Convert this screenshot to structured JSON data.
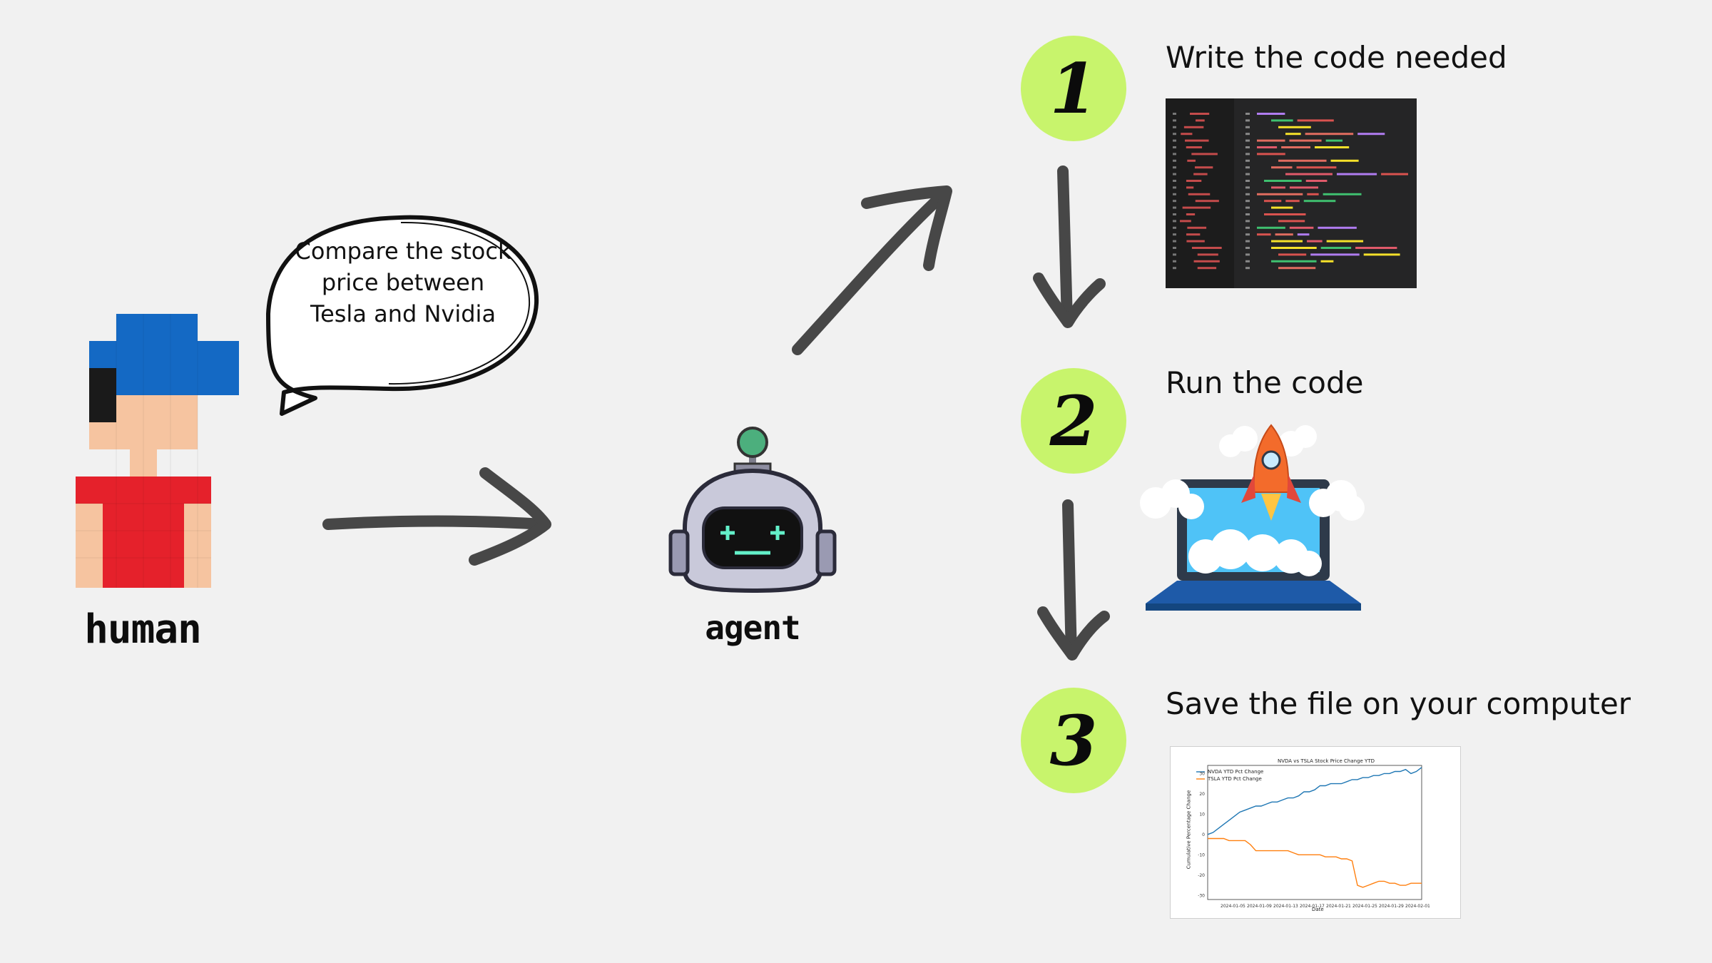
{
  "speech_bubble": {
    "text": "Compare the stock price between Tesla and Nvidia"
  },
  "human": {
    "label": "human"
  },
  "agent": {
    "label": "agent"
  },
  "steps": [
    {
      "number": "1",
      "title": "Write the code needed"
    },
    {
      "number": "2",
      "title": "Run the code"
    },
    {
      "number": "3",
      "title": "Save the file on your computer"
    }
  ],
  "colors": {
    "background": "#f1f1f1",
    "arrow": "#474747",
    "step_badge": "#c8f46c",
    "cap_blue": "#1469c4",
    "shirt_red": "#e5212b",
    "skin": "#f6c4a0",
    "hair": "#1a1a1a",
    "nvda_line": "#1f77b4",
    "tsla_line": "#ff7f0e"
  },
  "icons": [
    "pixel-human-icon",
    "pixel-robot-icon",
    "rocket-laptop-icon",
    "code-editor-thumbnail",
    "chart-thumbnail"
  ],
  "chart_thumbnail": {
    "title": "NVDA vs TSLA Stock Price Change YTD",
    "legend": [
      "NVDA YTD Pct Change",
      "TSLA YTD Pct Change"
    ],
    "xlabel": "Date",
    "ylabel": "Cumulative Percentage Change",
    "x_ticks": [
      "2024-01-05",
      "2024-01-09",
      "2024-01-13",
      "2024-01-17",
      "2024-01-21",
      "2024-01-25",
      "2024-01-29",
      "2024-02-01"
    ],
    "y_ticks": [
      "30",
      "20",
      "10",
      "0",
      "-10",
      "-20",
      "-30"
    ]
  },
  "chart_data": {
    "type": "line",
    "title": "NVDA vs TSLA Stock Price Change YTD",
    "xlabel": "Date",
    "ylabel": "Cumulative Percentage Change",
    "ylim": [
      -32,
      34
    ],
    "legend_position": "top-left",
    "series": [
      {
        "name": "NVDA YTD Pct Change",
        "color": "#1f77b4",
        "x": [
          0,
          1,
          2,
          3,
          4,
          5,
          6,
          7,
          8,
          9,
          10,
          11,
          12,
          13,
          14,
          15,
          16,
          17,
          18,
          19,
          20,
          21,
          22,
          23,
          24,
          25,
          26,
          27,
          28,
          29,
          30,
          31,
          32,
          33,
          34,
          35,
          36,
          37,
          38,
          39,
          40
        ],
        "values": [
          0,
          1,
          3,
          5,
          7,
          9,
          11,
          12,
          13,
          14,
          14,
          15,
          16,
          16,
          17,
          18,
          18,
          19,
          21,
          21,
          22,
          24,
          24,
          25,
          25,
          25,
          26,
          27,
          27,
          28,
          28,
          29,
          29,
          30,
          30,
          31,
          31,
          32,
          30,
          31,
          33
        ]
      },
      {
        "name": "TSLA YTD Pct Change",
        "color": "#ff7f0e",
        "x": [
          0,
          1,
          2,
          3,
          4,
          5,
          6,
          7,
          8,
          9,
          10,
          11,
          12,
          13,
          14,
          15,
          16,
          17,
          18,
          19,
          20,
          21,
          22,
          23,
          24,
          25,
          26,
          27,
          28,
          29,
          30,
          31,
          32,
          33,
          34,
          35,
          36,
          37,
          38,
          39,
          40
        ],
        "values": [
          -2,
          -2,
          -2,
          -2,
          -3,
          -3,
          -3,
          -3,
          -5,
          -8,
          -8,
          -8,
          -8,
          -8,
          -8,
          -8,
          -9,
          -10,
          -10,
          -10,
          -10,
          -10,
          -11,
          -11,
          -11,
          -12,
          -12,
          -13,
          -25,
          -26,
          -25,
          -24,
          -23,
          -23,
          -24,
          -24,
          -25,
          -25,
          -24,
          -24,
          -24
        ]
      }
    ]
  }
}
